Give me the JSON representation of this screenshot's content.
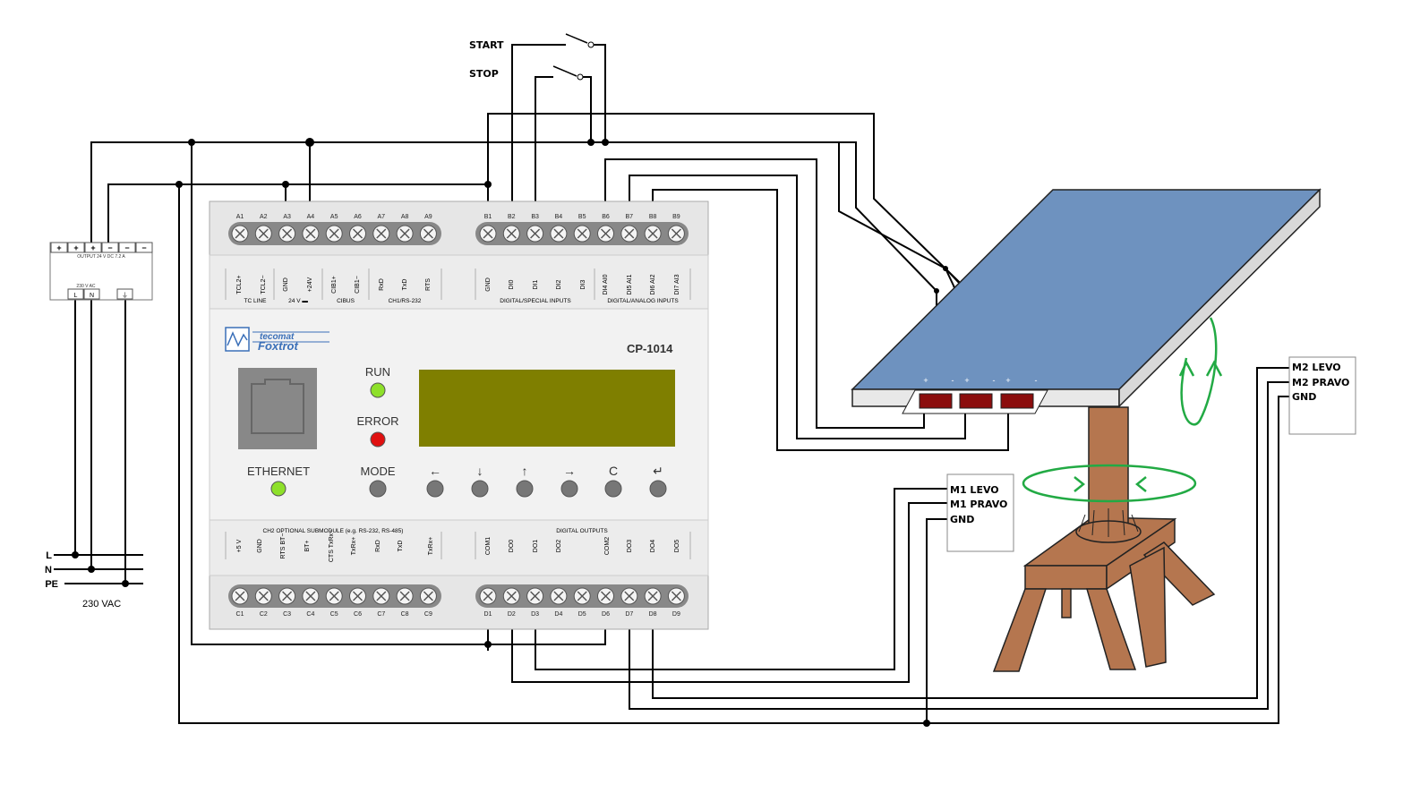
{
  "switches": {
    "start_label": "START",
    "stop_label": "STOP"
  },
  "plc": {
    "model": "CP-1014",
    "brand_top": "tecomat",
    "brand_bottom": "Foxtrot",
    "run_label": "RUN",
    "error_label": "ERROR",
    "ethernet_label": "ETHERNET",
    "mode_label": "MODE",
    "buttons": [
      "←",
      "↓",
      "↑",
      "→",
      "C",
      "↵"
    ],
    "top_terminals_a": [
      "A1",
      "A2",
      "A3",
      "A4",
      "A5",
      "A6",
      "A7",
      "A8",
      "A9"
    ],
    "top_terminals_b": [
      "B1",
      "B2",
      "B3",
      "B4",
      "B5",
      "B6",
      "B7",
      "B8",
      "B9"
    ],
    "bottom_terminals_c": [
      "C1",
      "C2",
      "C3",
      "C4",
      "C5",
      "C6",
      "C7",
      "C8",
      "C9"
    ],
    "bottom_terminals_d": [
      "D1",
      "D2",
      "D3",
      "D4",
      "D5",
      "D6",
      "D7",
      "D8",
      "D9"
    ],
    "top_left_signals": [
      "TCL2+",
      "TCL2−",
      "GND",
      "+24V",
      "CIB1+",
      "CIB1−",
      "RxD",
      "TxD",
      "RTS"
    ],
    "top_left_groups": [
      "TC LINE",
      "24 V ▬",
      "CIBUS",
      "CH1/RS-232"
    ],
    "top_right_signals": [
      "GND",
      "DI0",
      "DI1",
      "DI2",
      "DI3",
      "DI4 AI0",
      "DI5 AI1",
      "DI6 AI2",
      "DI7 AI3"
    ],
    "top_right_groups": [
      "DIGITAL/SPECIAL INPUTS",
      "DIGITAL/ANALOG INPUTS"
    ],
    "bottom_left_header": "CH2 OPTIONAL SUBMODULE (e.g. RS-232, RS-485)",
    "bottom_left_signals": [
      "+5 V",
      "GND",
      "RTS BT−",
      "BT+",
      "CTS TxRx−",
      "TxRx+",
      "RxD",
      "TxD",
      "TxRx+"
    ],
    "bottom_right_header": "DIGITAL OUTPUTS",
    "bottom_right_signals": [
      "COM1",
      "DO0",
      "DO1",
      "DO2",
      "COM2",
      "DO3",
      "DO4",
      "DO5"
    ]
  },
  "psu": {
    "output_terminals": [
      "+",
      "+",
      "+",
      "−",
      "−",
      "−"
    ],
    "output_label": "OUTPUT 24 V DC 7.2 A",
    "input_label": "230 V AC",
    "input_terminals": [
      "L",
      "N",
      "⏚"
    ]
  },
  "mains": {
    "lines": [
      "L",
      "N",
      "PE"
    ],
    "voltage": "230 VAC"
  },
  "panel": {
    "terminal_signs": [
      "+",
      "-",
      "+",
      "-",
      "+",
      "-"
    ]
  },
  "motor1": {
    "labels": [
      "M1 LEVO",
      "M1 PRAVO",
      "GND"
    ]
  },
  "motor2": {
    "labels": [
      "M2 LEVO",
      "M2 PRAVO",
      "GND"
    ]
  },
  "colors": {
    "panel_top": "#6e92bf",
    "stand": "#b5764f",
    "arrow": "#22aa44",
    "plc_body": "#e6e6e6",
    "lcd": "#7f7f00",
    "led_green": "#8ee02a",
    "led_red": "#e01010",
    "sensor": "#8b0d0d"
  }
}
